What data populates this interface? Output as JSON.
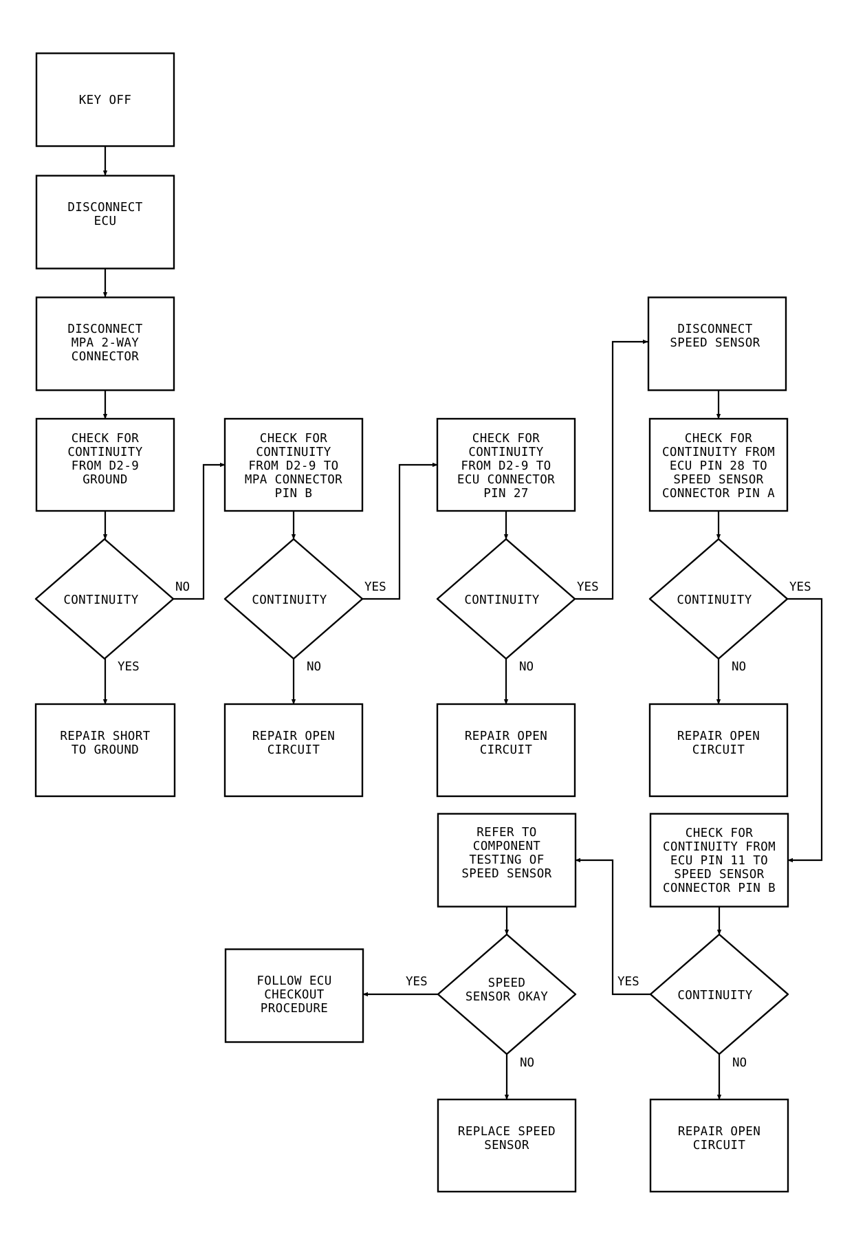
{
  "flowchart": {
    "nodes": {
      "key_off": {
        "lines": [
          "KEY OFF"
        ]
      },
      "disconnect_ecu": {
        "lines": [
          "DISCONNECT",
          "ECU"
        ]
      },
      "disconnect_mpa": {
        "lines": [
          "DISCONNECT",
          "MPA 2-WAY",
          "CONNECTOR"
        ]
      },
      "check_d29_ground": {
        "lines": [
          "CHECK FOR",
          "CONTINUITY",
          "FROM D2-9",
          "GROUND"
        ]
      },
      "decision_1": {
        "lines": [
          "CONTINUITY"
        ]
      },
      "repair_short": {
        "lines": [
          "REPAIR SHORT",
          "TO GROUND"
        ]
      },
      "check_d29_mpa": {
        "lines": [
          "CHECK FOR",
          "CONTINUITY",
          "FROM D2-9 TO",
          "MPA CONNECTOR",
          "PIN B"
        ]
      },
      "decision_2": {
        "lines": [
          "CONTINUITY"
        ]
      },
      "repair_open_2": {
        "lines": [
          "REPAIR OPEN",
          "CIRCUIT"
        ]
      },
      "check_d29_ecu": {
        "lines": [
          "CHECK FOR",
          "CONTINUITY",
          "FROM D2-9 TO",
          "ECU CONNECTOR",
          "PIN 27"
        ]
      },
      "decision_3": {
        "lines": [
          "CONTINUITY"
        ]
      },
      "repair_open_3": {
        "lines": [
          "REPAIR OPEN",
          "CIRCUIT"
        ]
      },
      "disconnect_speed": {
        "lines": [
          "DISCONNECT",
          "SPEED SENSOR"
        ]
      },
      "check_ecu28": {
        "lines": [
          "CHECK FOR",
          "CONTINUITY FROM",
          "ECU PIN 28 TO",
          "SPEED SENSOR",
          "CONNECTOR PIN A"
        ]
      },
      "decision_4": {
        "lines": [
          "CONTINUITY"
        ]
      },
      "repair_open_4": {
        "lines": [
          "REPAIR OPEN",
          "CIRCUIT"
        ]
      },
      "check_ecu11": {
        "lines": [
          "CHECK FOR",
          "CONTINUITY FROM",
          "ECU PIN 11 TO",
          "SPEED SENSOR",
          "CONNECTOR PIN B"
        ]
      },
      "decision_5": {
        "lines": [
          "CONTINUITY"
        ]
      },
      "repair_open_5": {
        "lines": [
          "REPAIR OPEN",
          "CIRCUIT"
        ]
      },
      "refer_component": {
        "lines": [
          "REFER TO",
          "COMPONENT",
          "TESTING OF",
          "SPEED SENSOR"
        ]
      },
      "decision_speed": {
        "lines": [
          "SPEED",
          "SENSOR OKAY"
        ]
      },
      "follow_ecu": {
        "lines": [
          "FOLLOW ECU",
          "CHECKOUT",
          "PROCEDURE"
        ]
      },
      "replace_speed": {
        "lines": [
          "REPLACE SPEED",
          "SENSOR"
        ]
      }
    },
    "edge_labels": {
      "d1_no": "NO",
      "d1_yes": "YES",
      "d2_yes": "YES",
      "d2_no": "NO",
      "d3_yes": "YES",
      "d3_no": "NO",
      "d4_yes": "YES",
      "d4_no": "NO",
      "d5_yes": "YES",
      "d5_no": "NO",
      "ds_yes": "YES",
      "ds_no": "NO"
    },
    "colors": {
      "line": "#000000",
      "fill": "#ffffff"
    }
  }
}
